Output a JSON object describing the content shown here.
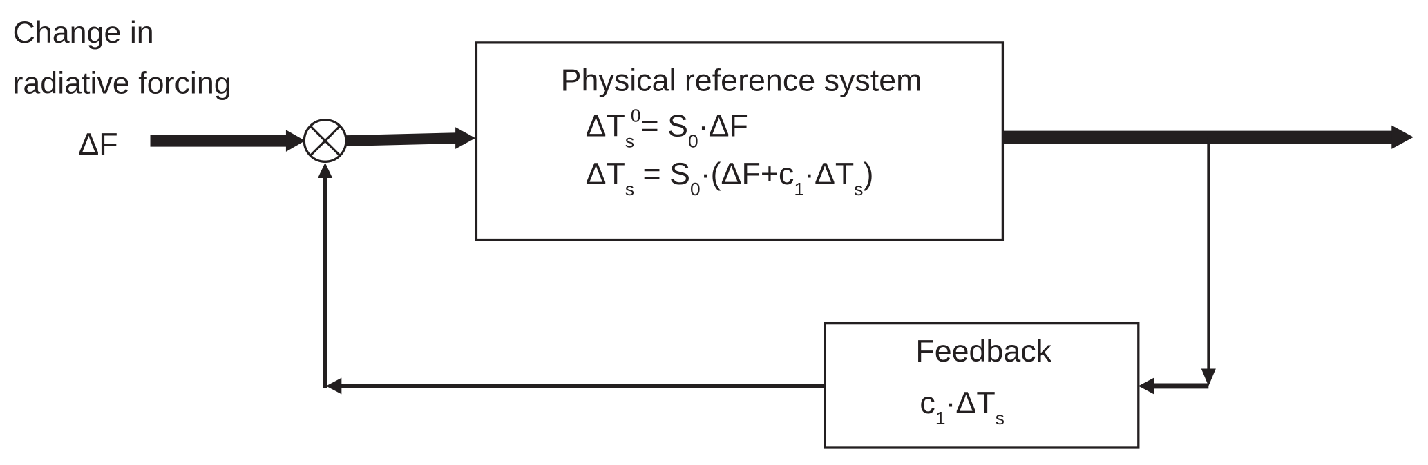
{
  "input_label": {
    "line1": "Change in",
    "line2": "radiative forcing"
  },
  "input_symbol": "ΔF",
  "system_box": {
    "title": "Physical reference system",
    "eq1": {
      "lhs": "ΔT",
      "lhs_sub": "s",
      "lhs_sup": "0",
      "eq": "= S",
      "s_sub": "0",
      "rhs": "·ΔF"
    },
    "eq2": {
      "lhs": "ΔT",
      "lhs_sub": "s",
      "eq": " = S",
      "s_sub": "0",
      "p1": "·(ΔF+c",
      "c_sub": "1",
      "p2": "·ΔT",
      "t_sub": "s",
      "close": ")"
    }
  },
  "feedback_box": {
    "title": "Feedback",
    "expr": {
      "c": "c",
      "c_sub": "1",
      "rest": "·ΔT",
      "t_sub": "s"
    }
  },
  "colors": {
    "stroke": "#231f20",
    "background": "#ffffff"
  }
}
